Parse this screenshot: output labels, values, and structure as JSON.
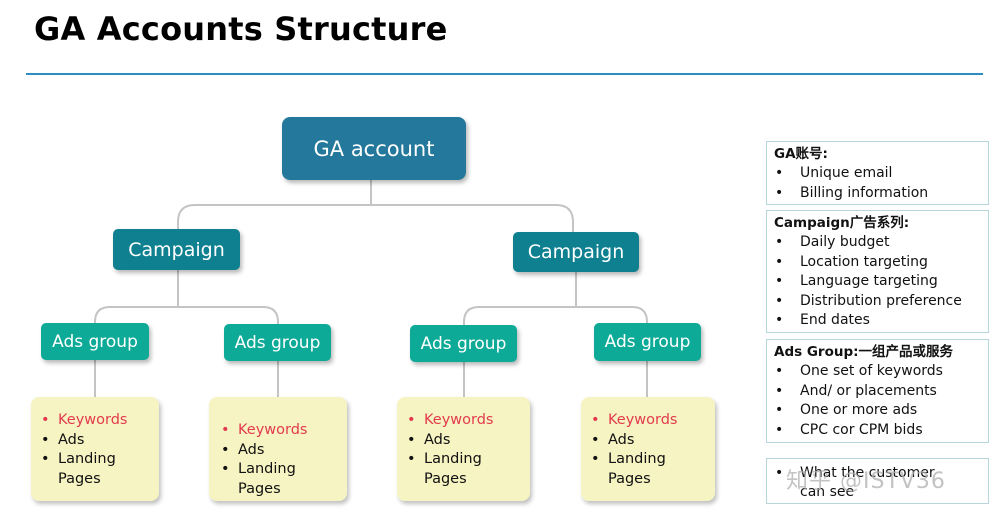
{
  "header": {
    "title": "GA Accounts Structure"
  },
  "tree": {
    "root": "GA account",
    "campaigns": [
      "Campaign",
      "Campaign"
    ],
    "ads_groups": [
      "Ads group",
      "Ads group",
      "Ads group",
      "Ads group"
    ],
    "leaves": [
      {
        "keywords": "Keywords",
        "items": [
          "Ads",
          "Landing Pages"
        ]
      },
      {
        "keywords": "Keywords",
        "items": [
          "Ads",
          "Landing Pages"
        ]
      },
      {
        "keywords": "Keywords",
        "items": [
          "Ads",
          "Landing Pages"
        ]
      },
      {
        "keywords": "Keywords",
        "items": [
          "Ads",
          "Landing Pages"
        ]
      }
    ]
  },
  "sidebar": [
    {
      "heading": "GA账号:",
      "items": [
        "Unique email",
        "Billing information"
      ]
    },
    {
      "heading": "Campaign广告系列:",
      "items": [
        "Daily budget",
        "Location targeting",
        "Language targeting",
        "Distribution preference",
        "End dates"
      ]
    },
    {
      "heading": "Ads Group:一组产品或服务",
      "items": [
        "One set of keywords",
        "And/ or placements",
        "One or more ads",
        "CPC cor CPM bids"
      ]
    },
    {
      "heading": "",
      "items": [
        "What the customer can see"
      ]
    }
  ],
  "watermark": "知乎 @ISTV36",
  "colors": {
    "root": "#23789c",
    "campaign": "#0e8090",
    "ads_group": "#0daa97",
    "leaf_bg": "#f6f4c2",
    "keyword_text": "#e23b4e",
    "rule": "#2e8dc0"
  }
}
